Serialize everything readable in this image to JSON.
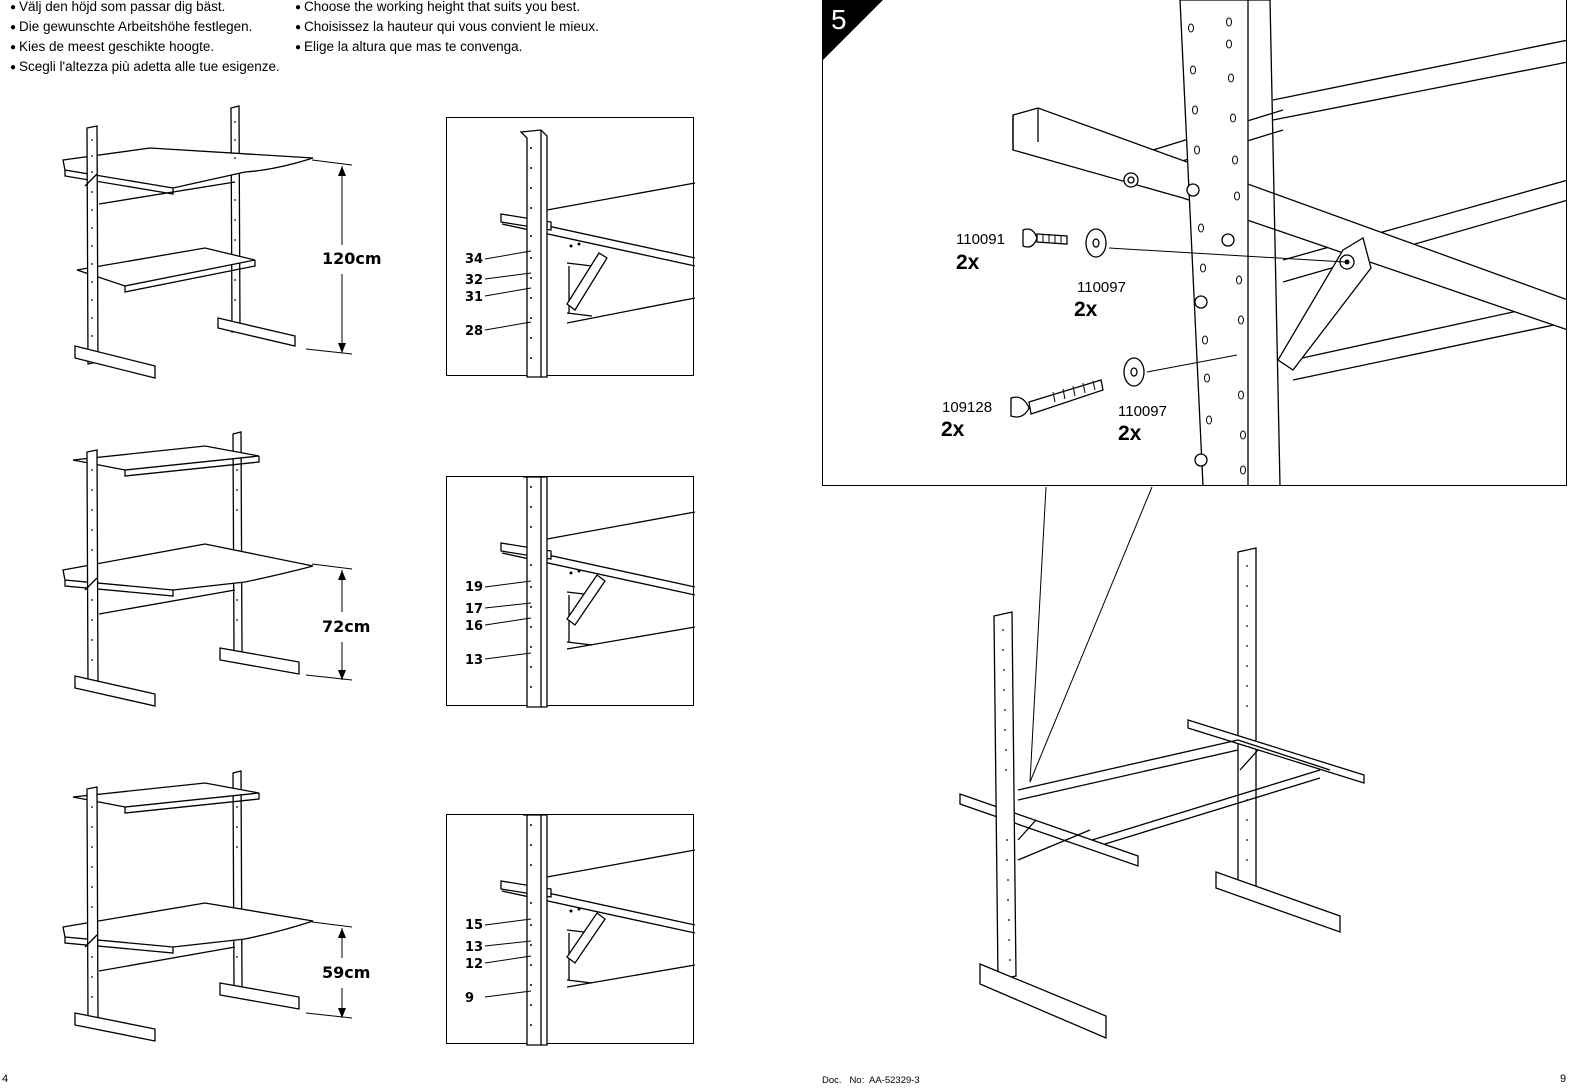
{
  "instructions": {
    "col1": [
      "Välj den höjd som passar dig bäst.",
      "Die gewunschte Arbeitshöhe festlegen.",
      "Kies de meest geschikte hoogte.",
      "Scegli l'altezza più adetta alle tue esigenze."
    ],
    "col2": [
      "Choose the working height that suits you best.",
      "Choisissez la hauteur qui vous convient le mieux.",
      "Elige la altura que mas te convenga."
    ]
  },
  "heights": [
    {
      "label": "120cm",
      "holes": [
        "34",
        "32",
        "31",
        "28"
      ]
    },
    {
      "label": "72cm",
      "holes": [
        "19",
        "17",
        "16",
        "13"
      ]
    },
    {
      "label": "59cm",
      "holes": [
        "15",
        "13",
        "12",
        "9"
      ]
    }
  ],
  "step": {
    "number": "5",
    "parts": [
      {
        "number": "110091",
        "qty": "2x"
      },
      {
        "number": "110097",
        "qty": "2x"
      },
      {
        "number": "109128",
        "qty": "2x"
      },
      {
        "number": "110097",
        "qty": "2x"
      }
    ]
  },
  "footer": {
    "left_page": "4",
    "doc_label": "Doc.   No:",
    "doc_number": "AA-52329-3",
    "right_page": "9"
  }
}
